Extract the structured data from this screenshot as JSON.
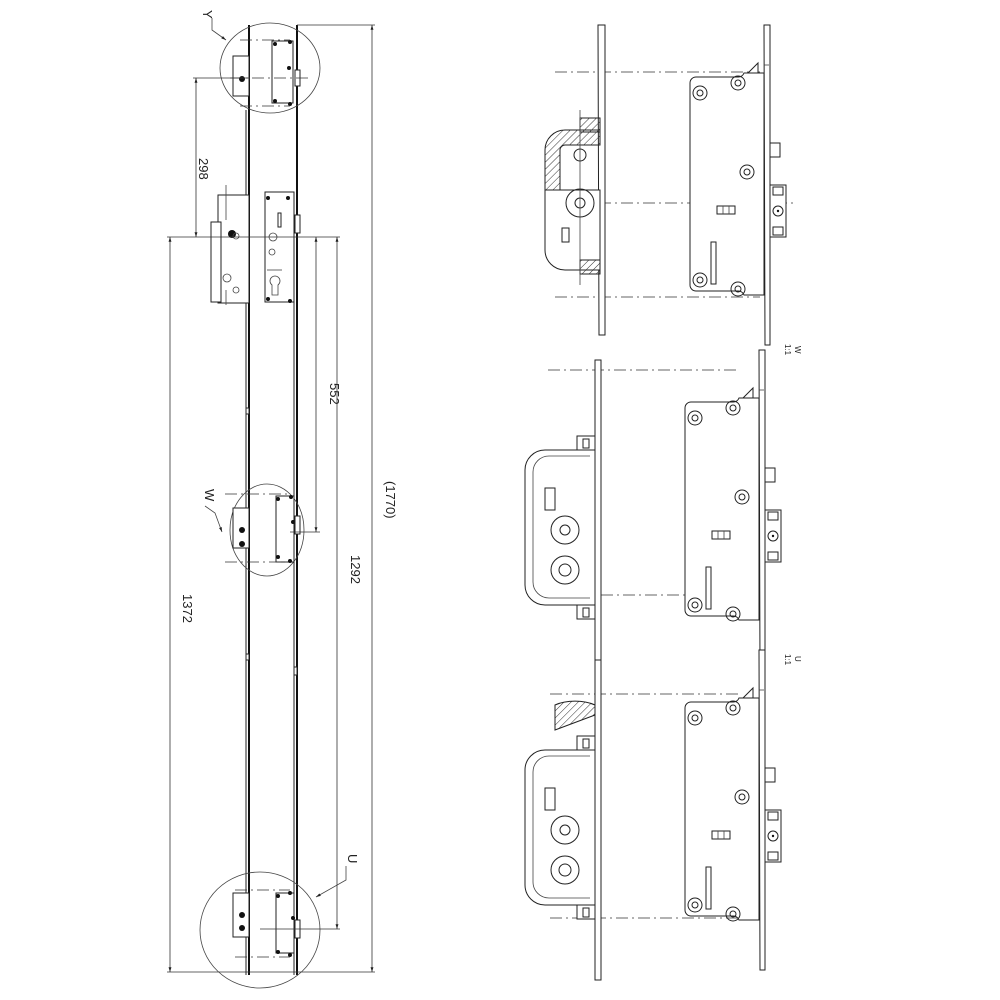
{
  "overview": {
    "dimensions": {
      "d298": "298",
      "d552": "552",
      "d1292": "1292",
      "d1372": "1372",
      "d1770": "(1770)"
    },
    "callouts": {
      "y": "Y",
      "w": "W",
      "u": "U"
    }
  },
  "details": [
    {
      "id": "Y",
      "label": "",
      "scale": ""
    },
    {
      "id": "W",
      "label": "W",
      "scale": "1:1"
    },
    {
      "id": "U",
      "label": "U",
      "scale": "1:1"
    }
  ]
}
